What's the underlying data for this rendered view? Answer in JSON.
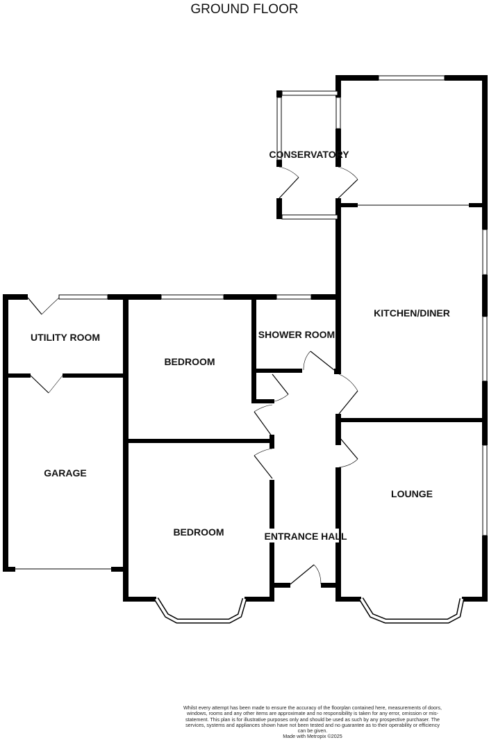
{
  "title": "GROUND FLOOR",
  "rooms": {
    "conservatory": "CONSERVATORY",
    "kitchen_diner": "KITCHEN/DINER",
    "shower_room": "SHOWER ROOM",
    "utility_room": "UTILITY ROOM",
    "bedroom_1": "BEDROOM",
    "garage": "GARAGE",
    "lounge": "LOUNGE",
    "bedroom_2": "BEDROOM",
    "entrance_hall": "ENTRANCE HALL"
  },
  "disclaimer": "Whilst every attempt has been made to ensure the accuracy of the floorplan contained here, measurements of doors, windows, rooms and any other items are approximate and no responsibility is taken for any error, omission or mis-statement. This plan is for illustrative purposes only and should be used as such by any prospective purchaser. The services, systems and appliances shown have not been tested and no guarantee as to their operability or efficiency can be given.",
  "credit": "Made with Metropix ©2025"
}
